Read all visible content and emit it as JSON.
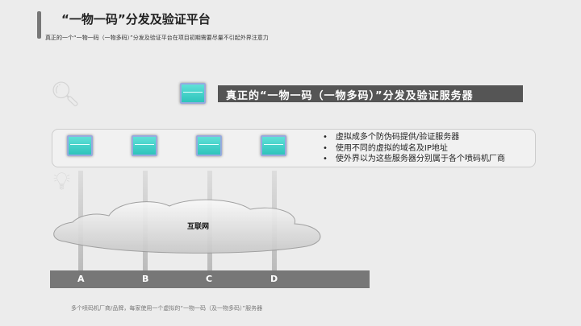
{
  "header": {
    "title": "“一物一码”分发及验证平台",
    "subtitle": "真正的一个“一物一码（一物多码）”分发及验证平台在项目初期需要尽量不引起外界注意力"
  },
  "diagram": {
    "top_server_label": "真正的“一物一码（一物多码）”分发及验证服务器",
    "bullets": [
      "虚拟成多个防伪码提供/验证服务器",
      "使用不同的虚拟的域名及IP地址",
      "使外界以为这些服务器分别属于各个喷码机厂商"
    ],
    "cloud_label": "互联网",
    "nodes": [
      "A",
      "B",
      "C",
      "D"
    ],
    "footer": "多个喷码机厂商/品牌，每家使用一个虚拟的“一物一码（及一物多码）”服务器"
  }
}
